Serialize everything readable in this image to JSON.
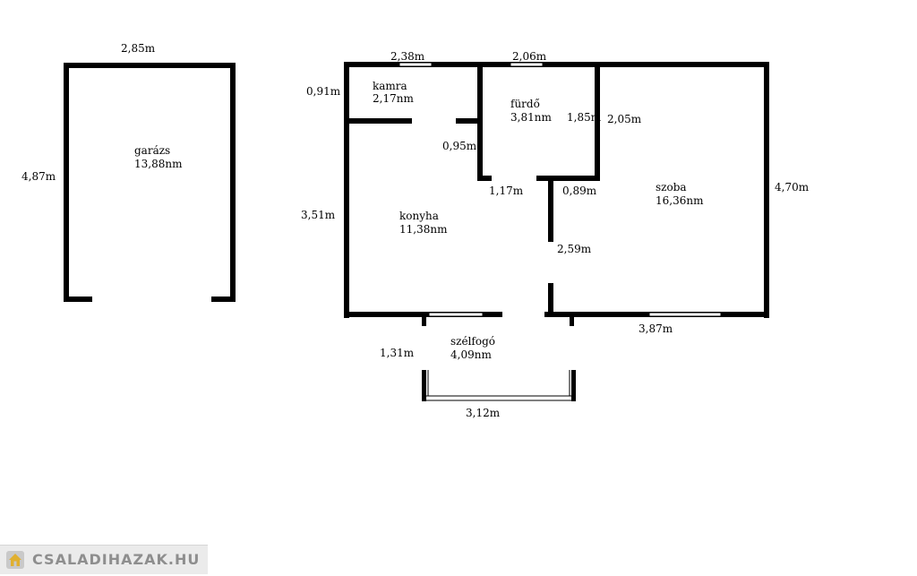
{
  "garage": {
    "width_label": "2,85m",
    "depth_label": "4,87m",
    "name": "garázs",
    "area": "13,88nm"
  },
  "house": {
    "dimensions": {
      "kamra_top": "2,38m",
      "furdo_top": "2,06m",
      "kamra_left": "0,91m",
      "konyha_left": "3,51m",
      "door_095": "0,95m",
      "door_117": "1,17m",
      "furdo_right": "1,85m",
      "furdo_outer": "2,05m",
      "wall_089": "0,89m",
      "wall_259": "2,59m",
      "szoba_right": "4,70m",
      "szoba_bottom": "3,87m",
      "entry_left": "1,31m",
      "entry_bottom": "3,12m"
    },
    "rooms": {
      "kamra": {
        "name": "kamra",
        "area": "2,17nm"
      },
      "furdo": {
        "name": "fürdő",
        "area": "3,81nm"
      },
      "konyha": {
        "name": "konyha",
        "area": "11,38nm"
      },
      "szoba": {
        "name": "szoba",
        "area": "16,36nm"
      },
      "szelfogo": {
        "name": "szélfogó",
        "area": "4,09nm"
      }
    }
  },
  "watermark": {
    "text": "CSALADIHAZAK.HU",
    "color": "#8e8e8e"
  }
}
